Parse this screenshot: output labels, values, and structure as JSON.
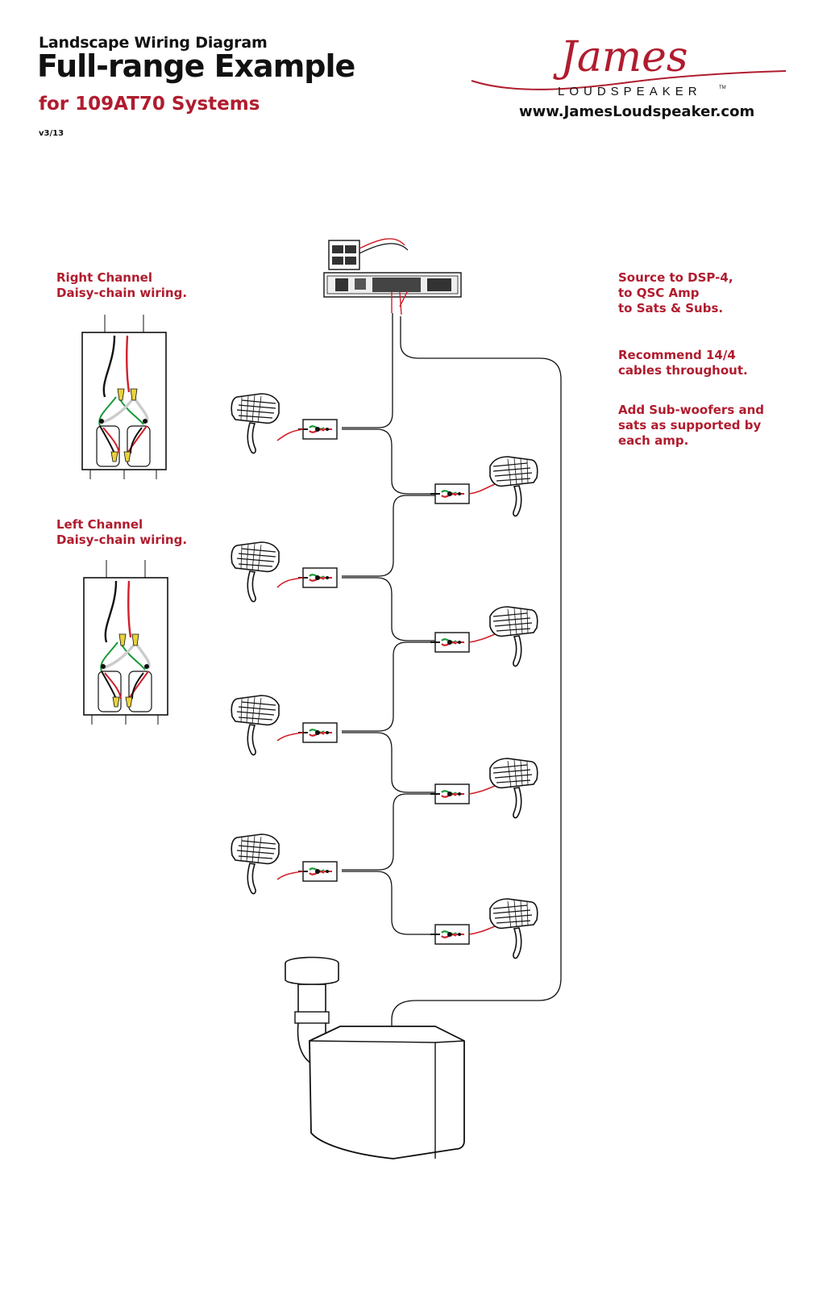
{
  "header": {
    "kicker": "Landscape Wiring Diagram",
    "title": "Full-range Example",
    "subtitle": "for 109AT70 Systems",
    "version": "v3/13"
  },
  "brand": {
    "logo_script": "James",
    "logo_word": "LOUDSPEAKER",
    "trademark": "TM",
    "url": "www.JamesLoudspeaker.com",
    "color": "#b01c2e"
  },
  "channels": {
    "right": {
      "label_line1": "Right Channel",
      "label_line2": "Daisy-chain wiring."
    },
    "left": {
      "label_line1": "Left Channel",
      "label_line2": "Daisy-chain wiring."
    }
  },
  "notes": [
    "Source to DSP-4,\nto QSC Amp\nto Sats & Subs.",
    "Recommend 14/4\ncables throughout.",
    "Add Sub-woofers and\nsats as supported by\neach amp."
  ],
  "colors": {
    "wire_red": "#d0202a",
    "wire_green": "#1a9a3a",
    "wire_black": "#111111",
    "connector_yellow": "#e8d23a",
    "accent": "#b01c2e"
  },
  "icons": [
    "dsp-unit-icon",
    "amplifier-icon",
    "satellite-speaker-icon",
    "junction-box-icon",
    "subwoofer-icon",
    "wire-nut-icon"
  ]
}
